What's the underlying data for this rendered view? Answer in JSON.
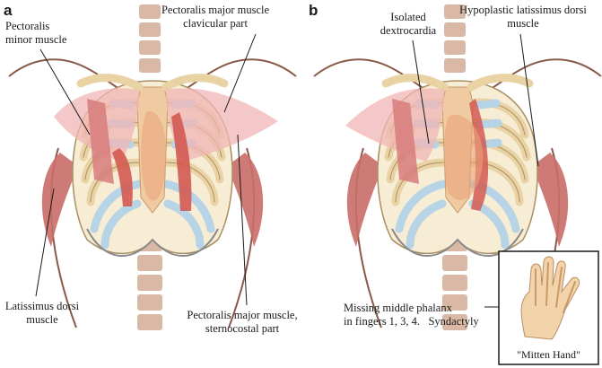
{
  "panels": {
    "a": {
      "letter": "a",
      "labels": {
        "pectoralis_minor": [
          "Pectoralis",
          "minor muscle"
        ],
        "pectoralis_major_clavicular": [
          "Pectoralis major muscle",
          "clavicular part"
        ],
        "latissimus_dorsi": [
          "Latissimus dorsi",
          "muscle"
        ],
        "pectoralis_major_sternocostal": [
          "Pectoralis major muscle,",
          "sternocostal part"
        ]
      }
    },
    "b": {
      "letter": "b",
      "labels": {
        "isolated_dextrocardia": [
          "Isolated",
          "dextrocardia"
        ],
        "hypoplastic_latissimus": [
          "Hypoplastic latissimus dorsi",
          "muscle"
        ],
        "missing_phalanx": [
          "Missing middle phalanx",
          "in fingers 1, 3, 4.",
          "Syndactyly"
        ]
      },
      "inset": {
        "caption": "\"Mitten Hand\""
      }
    }
  },
  "colors": {
    "rib_front": "#f3dfb6",
    "rib_outline": "#a98f63",
    "cartilage": "#b7d3e6",
    "cartilage_outline": "#6e93ae",
    "sternum": "#f0caa1",
    "pec_major": "#f0b6b6",
    "pec_minor": "#d77c7c",
    "intercostal": "#d35a52",
    "latissimus": "#c96d68",
    "spine": "#d9b9a6",
    "skin_line": "#8a5a48",
    "hand": "#f3d3aa"
  }
}
